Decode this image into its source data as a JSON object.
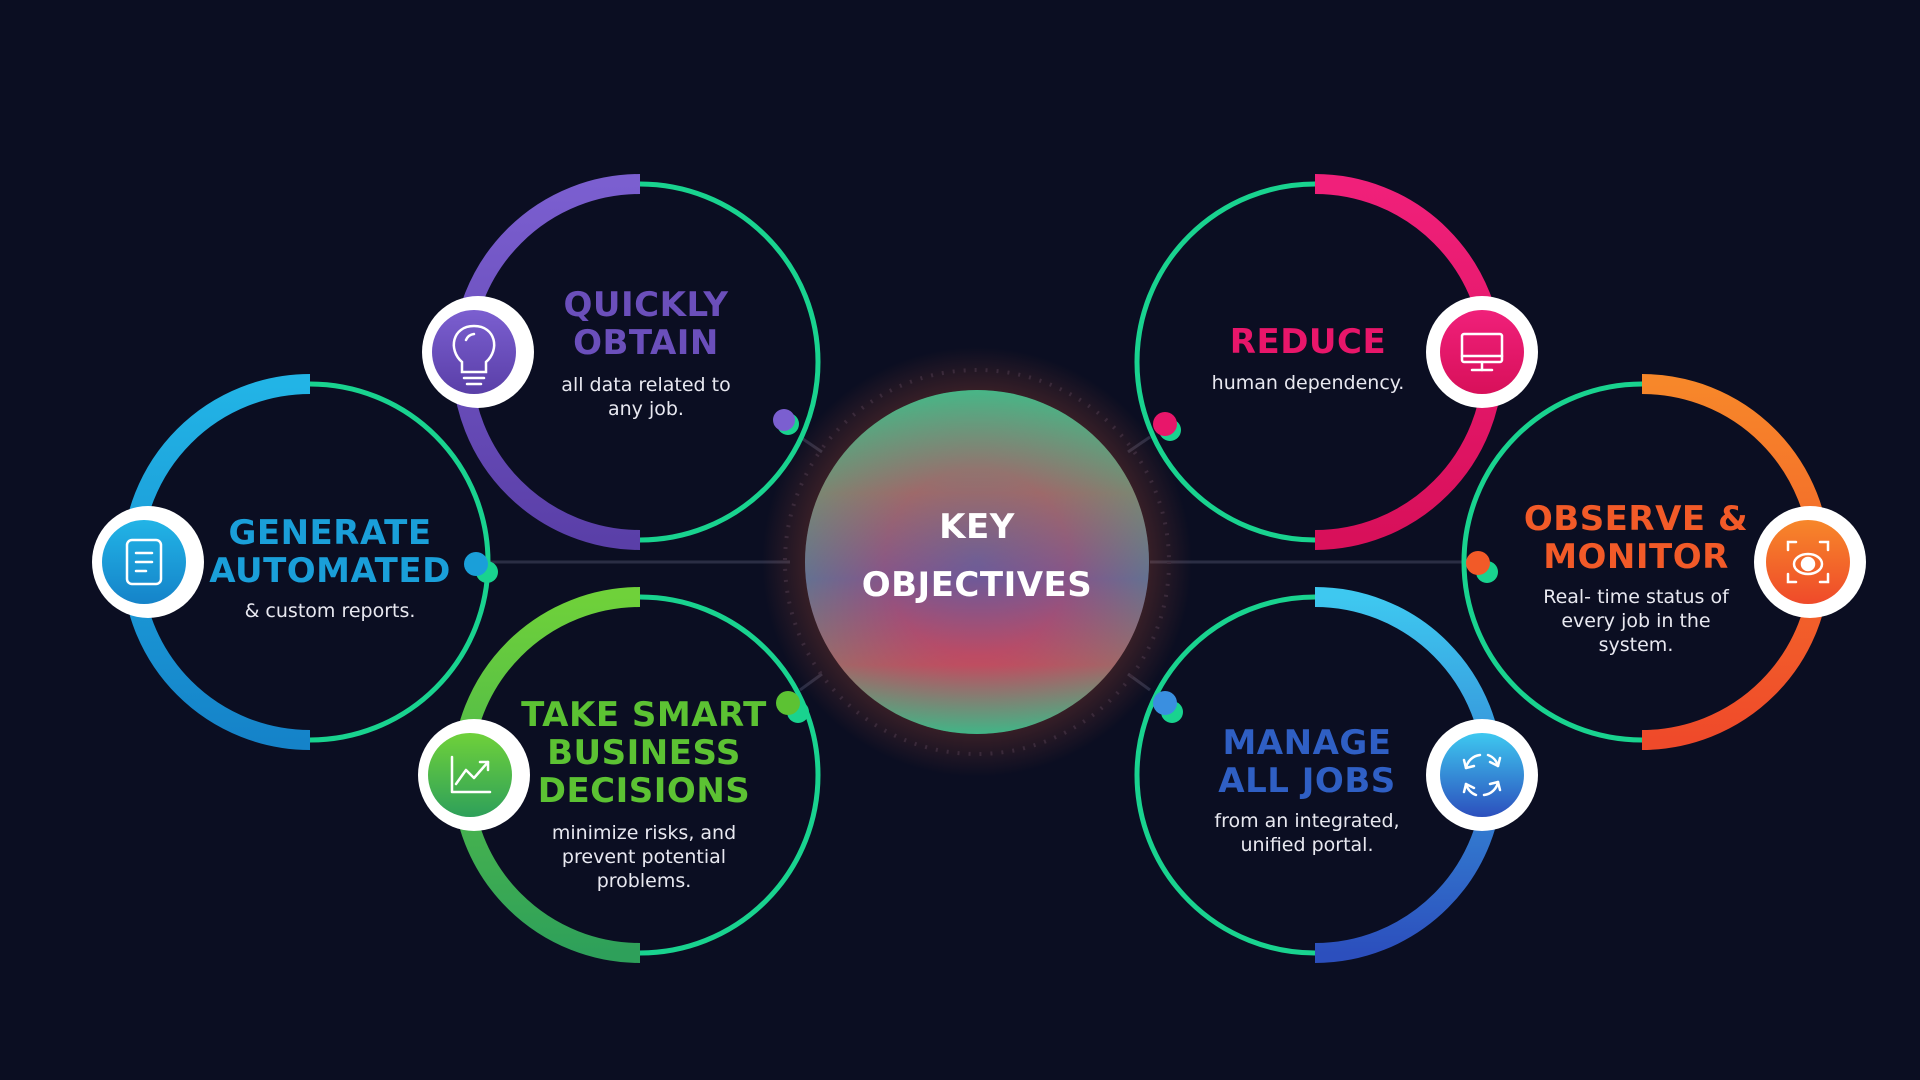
{
  "center": {
    "title": "KEY\nOBJECTIVES"
  },
  "objectives": [
    {
      "id": "quickly-obtain",
      "title": "QUICKLY\nOBTAIN",
      "description": "all data related to\nany job.",
      "color": "#6b4fbb",
      "icon": "lightbulb-icon"
    },
    {
      "id": "generate-automated",
      "title": "GENERATE\nAUTOMATED",
      "description": "& custom reports.",
      "color": "#1a9fd9",
      "icon": "document-icon"
    },
    {
      "id": "take-smart-business-decisions",
      "title": "TAKE SMART\nBUSINESS\nDECISIONS",
      "description": "minimize risks, and\nprevent potential\nproblems.",
      "color": "#5cc233",
      "icon": "chart-up-icon"
    },
    {
      "id": "reduce",
      "title": "REDUCE",
      "description": "human dependency.",
      "color": "#e8166a",
      "icon": "monitor-icon"
    },
    {
      "id": "observe-monitor",
      "title": "OBSERVE &\nMONITOR",
      "description": "Real- time status of\nevery job in the\nsystem.",
      "color": "#f25a28",
      "icon": "focus-camera-icon"
    },
    {
      "id": "manage-all-jobs",
      "title": "MANAGE\nALL JOBS",
      "description": "from an integrated,\nunified portal.",
      "color": "#2f5fc4",
      "icon": "refresh-arrows-icon"
    }
  ],
  "colors": {
    "background": "#0b0e22",
    "ring_accent": "#19d38f",
    "purple": "#6b4fbb",
    "blue": "#1a9fd9",
    "green": "#5cc233",
    "pink": "#e8166a",
    "orange": "#f25a28",
    "navy": "#2f5fc4"
  }
}
